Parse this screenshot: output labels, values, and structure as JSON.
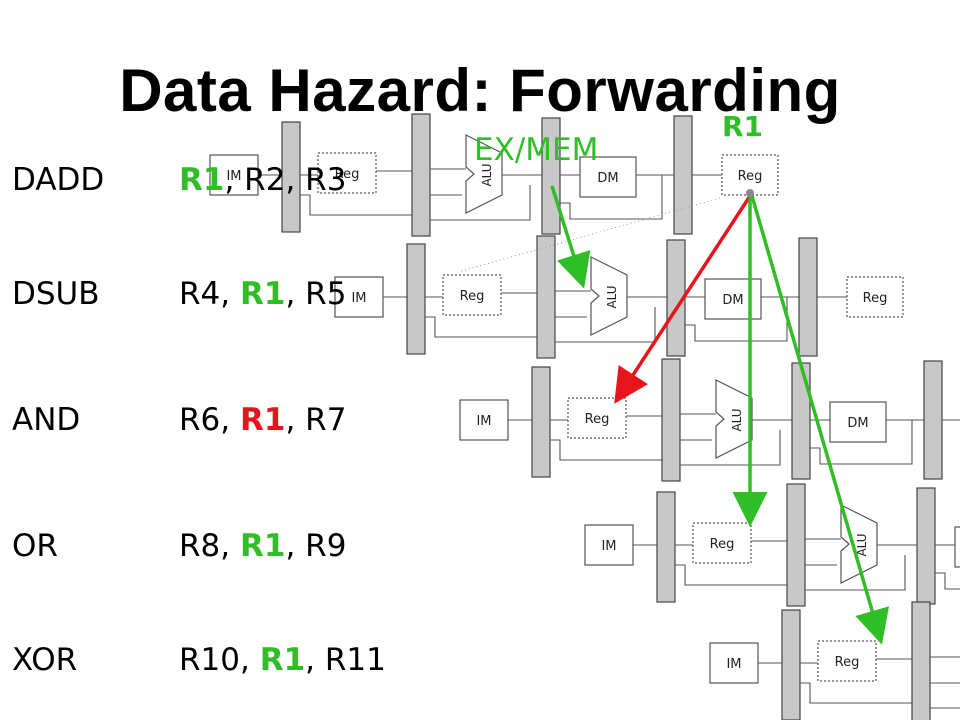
{
  "title": "Data Hazard: Forwarding",
  "labels": {
    "ex_mem": "EX/MEM",
    "r1_top": "R1"
  },
  "stage_labels": {
    "im": "IM",
    "reg": "Reg",
    "alu": "ALU",
    "dm": "DM"
  },
  "instructions": [
    {
      "op": "DADD",
      "a": "R1",
      "b": "R2",
      "c": "R3",
      "highlight": "a",
      "hl_color": "green"
    },
    {
      "op": "DSUB",
      "a": "R4",
      "b": "R1",
      "c": "R5",
      "highlight": "b",
      "hl_color": "green"
    },
    {
      "op": "AND",
      "a": "R6",
      "b": "R1",
      "c": "R7",
      "highlight": "b",
      "hl_color": "red"
    },
    {
      "op": "OR",
      "a": "R8",
      "b": "R1",
      "c": "R9",
      "highlight": "b",
      "hl_color": "green"
    },
    {
      "op": "XOR",
      "a": "R10",
      "b": "R1",
      "c": "R11",
      "highlight": "b",
      "hl_color": "green"
    }
  ],
  "colors": {
    "green": "#2fbe25",
    "red": "#e8141b",
    "latch": "#c8c8c8",
    "stroke": "#555555"
  }
}
